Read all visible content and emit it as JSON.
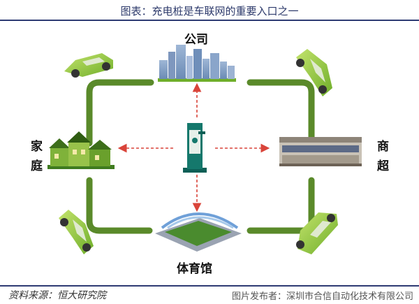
{
  "header": {
    "title": "图表：充电桩是车联网的重要入口之一"
  },
  "nodes": {
    "company": "公司",
    "home_line1": "家",
    "home_line2": "庭",
    "mall_line1": "商",
    "mall_line2": "超",
    "stadium": "体育馆"
  },
  "footer": {
    "source": "资料来源：恒大研究院",
    "credit": "图片发布者：深圳市合信自动化技术有限公司"
  },
  "colors": {
    "frame_green": "#5a8a2a",
    "car_green": "#8cc63f",
    "arrow_red": "#d9443a",
    "rule_blue": "#2e3b73"
  }
}
